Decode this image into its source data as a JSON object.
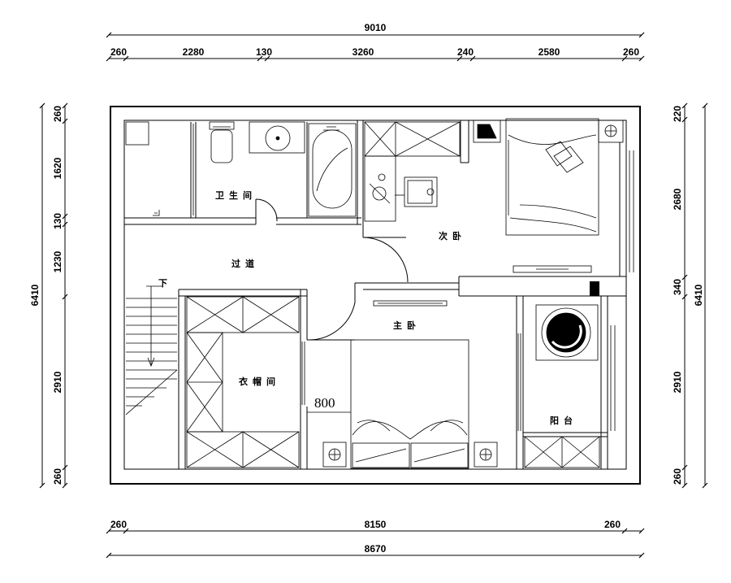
{
  "dimensions": {
    "top_total": "9010",
    "top_segments": [
      "260",
      "2280",
      "130",
      "3260",
      "240",
      "2580",
      "260"
    ],
    "bottom_segments": [
      "260",
      "8150",
      "260"
    ],
    "bottom_total": "8670",
    "left_segments": [
      "260",
      "1620",
      "130",
      "1230",
      "2910",
      "260"
    ],
    "left_total": "6410",
    "right_segments": [
      "220",
      "2680",
      "340",
      "2910",
      "260"
    ],
    "right_total": "6410",
    "inner_width": "800"
  },
  "rooms": {
    "bathroom": "卫生间",
    "corridor": "过道",
    "second_bedroom": "次卧",
    "master_bedroom": "主卧",
    "walk_in_closet": "衣帽间",
    "balcony": "阳台",
    "stairs_down": "下"
  }
}
